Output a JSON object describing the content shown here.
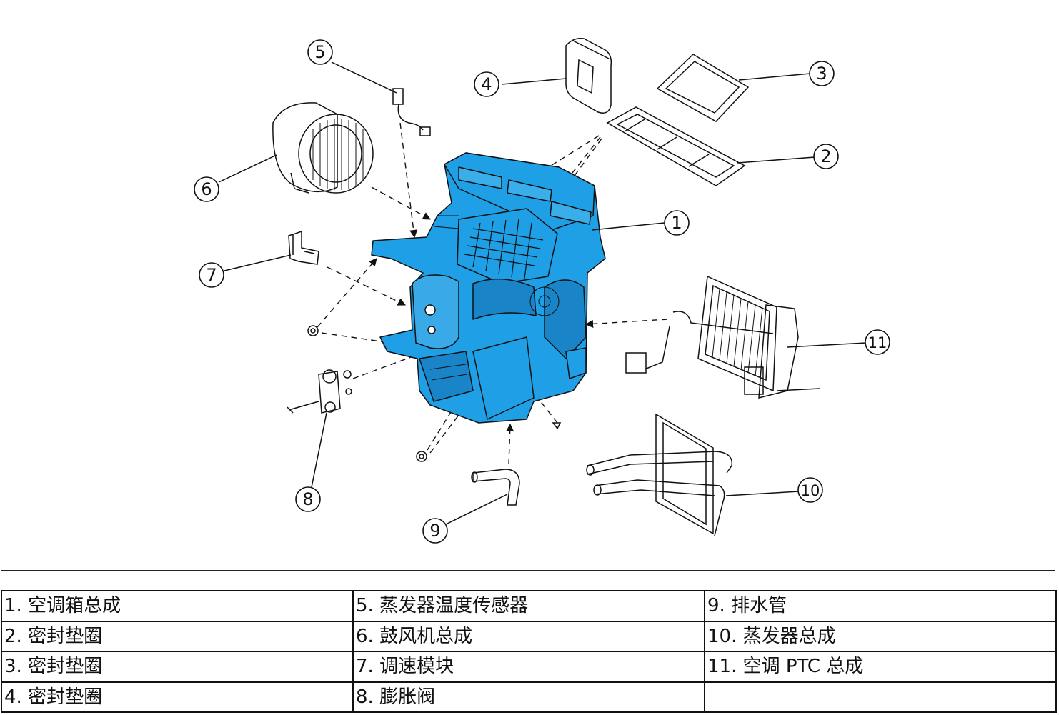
{
  "callouts": [
    "1",
    "2",
    "3",
    "4",
    "5",
    "6",
    "7",
    "8",
    "9",
    "10",
    "11"
  ],
  "legend": {
    "rows": [
      [
        "1. 空调箱总成",
        "5. 蒸发器温度传感器",
        "9. 排水管"
      ],
      [
        "2. 密封垫圈",
        "6. 鼓风机总成",
        "10. 蒸发器总成"
      ],
      [
        "3. 密封垫圈",
        "7. 调速模块",
        "11. 空调 PTC 总成"
      ],
      [
        "4. 密封垫圈",
        "8. 膨胀阀",
        ""
      ]
    ]
  },
  "colors": {
    "highlight": "#1e9fe6",
    "line": "#111111",
    "paper": "#ffffff"
  }
}
